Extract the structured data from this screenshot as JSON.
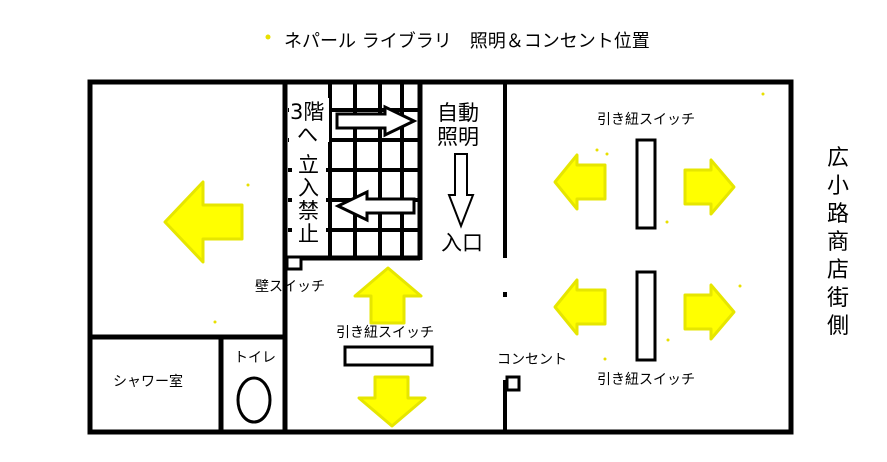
{
  "title": "ネパール ライブラリ　照明＆コンセント位置",
  "labels": {
    "stairs_up_line1": "3階",
    "stairs_up_line2": "へ",
    "no_entry": [
      "立",
      "入",
      "禁",
      "止"
    ],
    "auto_light_line1": "自動",
    "auto_light_line2": "照明",
    "entrance": "入口",
    "wall_switch": "壁スイッチ",
    "pull_switch_center": "引き紐スイッチ",
    "pull_switch_right_top": "引き紐スイッチ",
    "pull_switch_right_bottom": "引き紐スイッチ",
    "outlet": "コンセント",
    "shower_room": "シャワー室",
    "toilet": "トイレ",
    "street_side": [
      "広",
      "小",
      "路",
      "商",
      "店",
      "街",
      "側"
    ]
  },
  "colors": {
    "wall": "#000000",
    "light_arrow": "#ffff00",
    "light_arrow_stroke": "#eaea00"
  }
}
